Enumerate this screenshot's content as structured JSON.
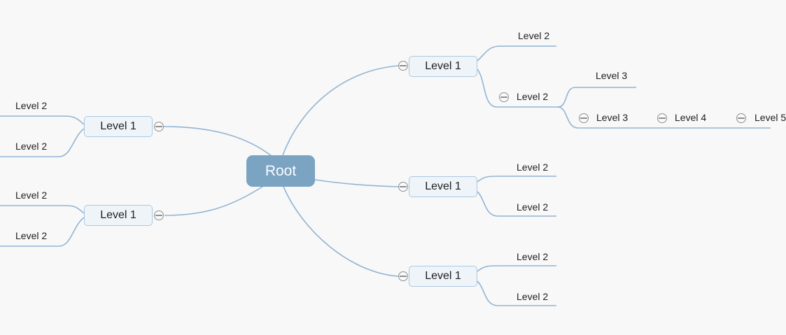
{
  "diagram": {
    "type": "mindmap",
    "colors": {
      "background": "#f8f8f8",
      "root_fill": "#7ba3c2",
      "root_text": "#fafdfe",
      "node_fill": "#eff4f9",
      "node_border": "#abc9e3",
      "connector": "#93b4d2",
      "collapse_icon": "#8e8e8e",
      "label_text": "#1f1f1f"
    },
    "root": {
      "label": "Root"
    },
    "left_branches": [
      {
        "label": "Level 1",
        "children": [
          {
            "label": "Level 2"
          },
          {
            "label": "Level 2"
          }
        ]
      },
      {
        "label": "Level 1",
        "children": [
          {
            "label": "Level 2"
          },
          {
            "label": "Level 2"
          }
        ]
      }
    ],
    "right_branches": [
      {
        "label": "Level 1",
        "children": [
          {
            "label": "Level 2"
          },
          {
            "label": "Level 2",
            "children": [
              {
                "label": "Level 3"
              },
              {
                "label": "Level 3",
                "children": [
                  {
                    "label": "Level 4",
                    "children": [
                      {
                        "label": "Level 5"
                      }
                    ]
                  }
                ]
              }
            ]
          }
        ]
      },
      {
        "label": "Level 1",
        "children": [
          {
            "label": "Level 2"
          },
          {
            "label": "Level 2"
          }
        ]
      },
      {
        "label": "Level 1",
        "children": [
          {
            "label": "Level 2"
          },
          {
            "label": "Level 2"
          }
        ]
      }
    ]
  }
}
